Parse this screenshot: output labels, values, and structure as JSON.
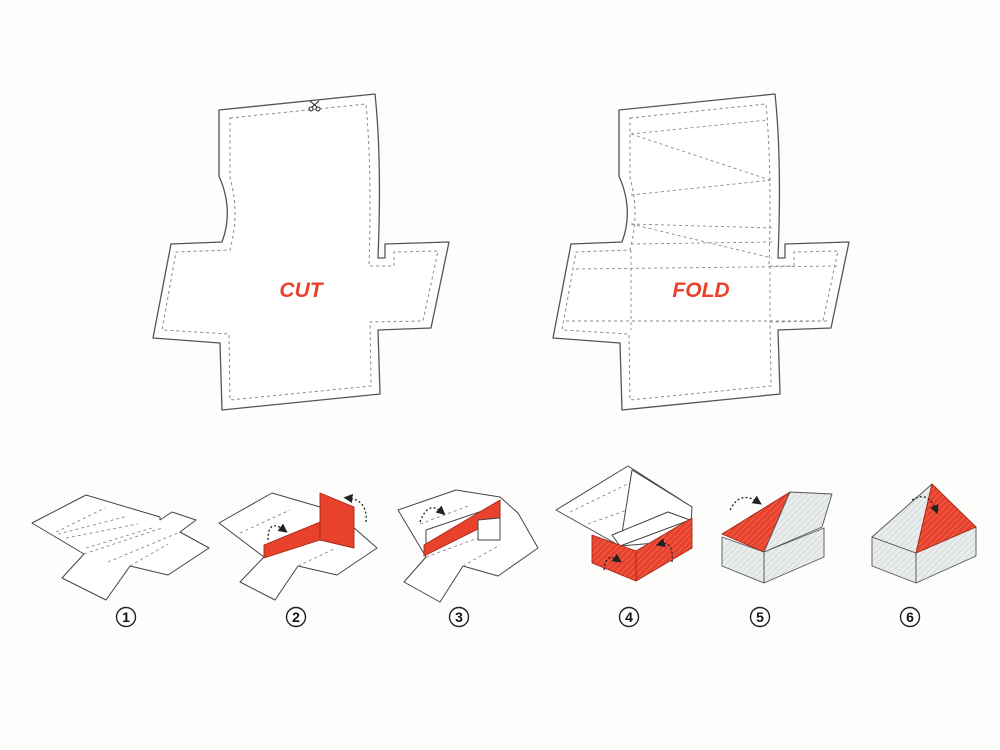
{
  "labels": {
    "cut": "CUT",
    "fold": "FOLD"
  },
  "steps": [
    {
      "number": "1"
    },
    {
      "number": "2"
    },
    {
      "number": "3"
    },
    {
      "number": "4"
    },
    {
      "number": "5"
    },
    {
      "number": "6"
    }
  ],
  "icons": {
    "cut_marker": "scissors-icon",
    "step_arrows": "dashed-curved-arrow-icon"
  },
  "colors": {
    "accent": "#e8412c",
    "panel": "#e9ecec",
    "line": "#555555"
  }
}
